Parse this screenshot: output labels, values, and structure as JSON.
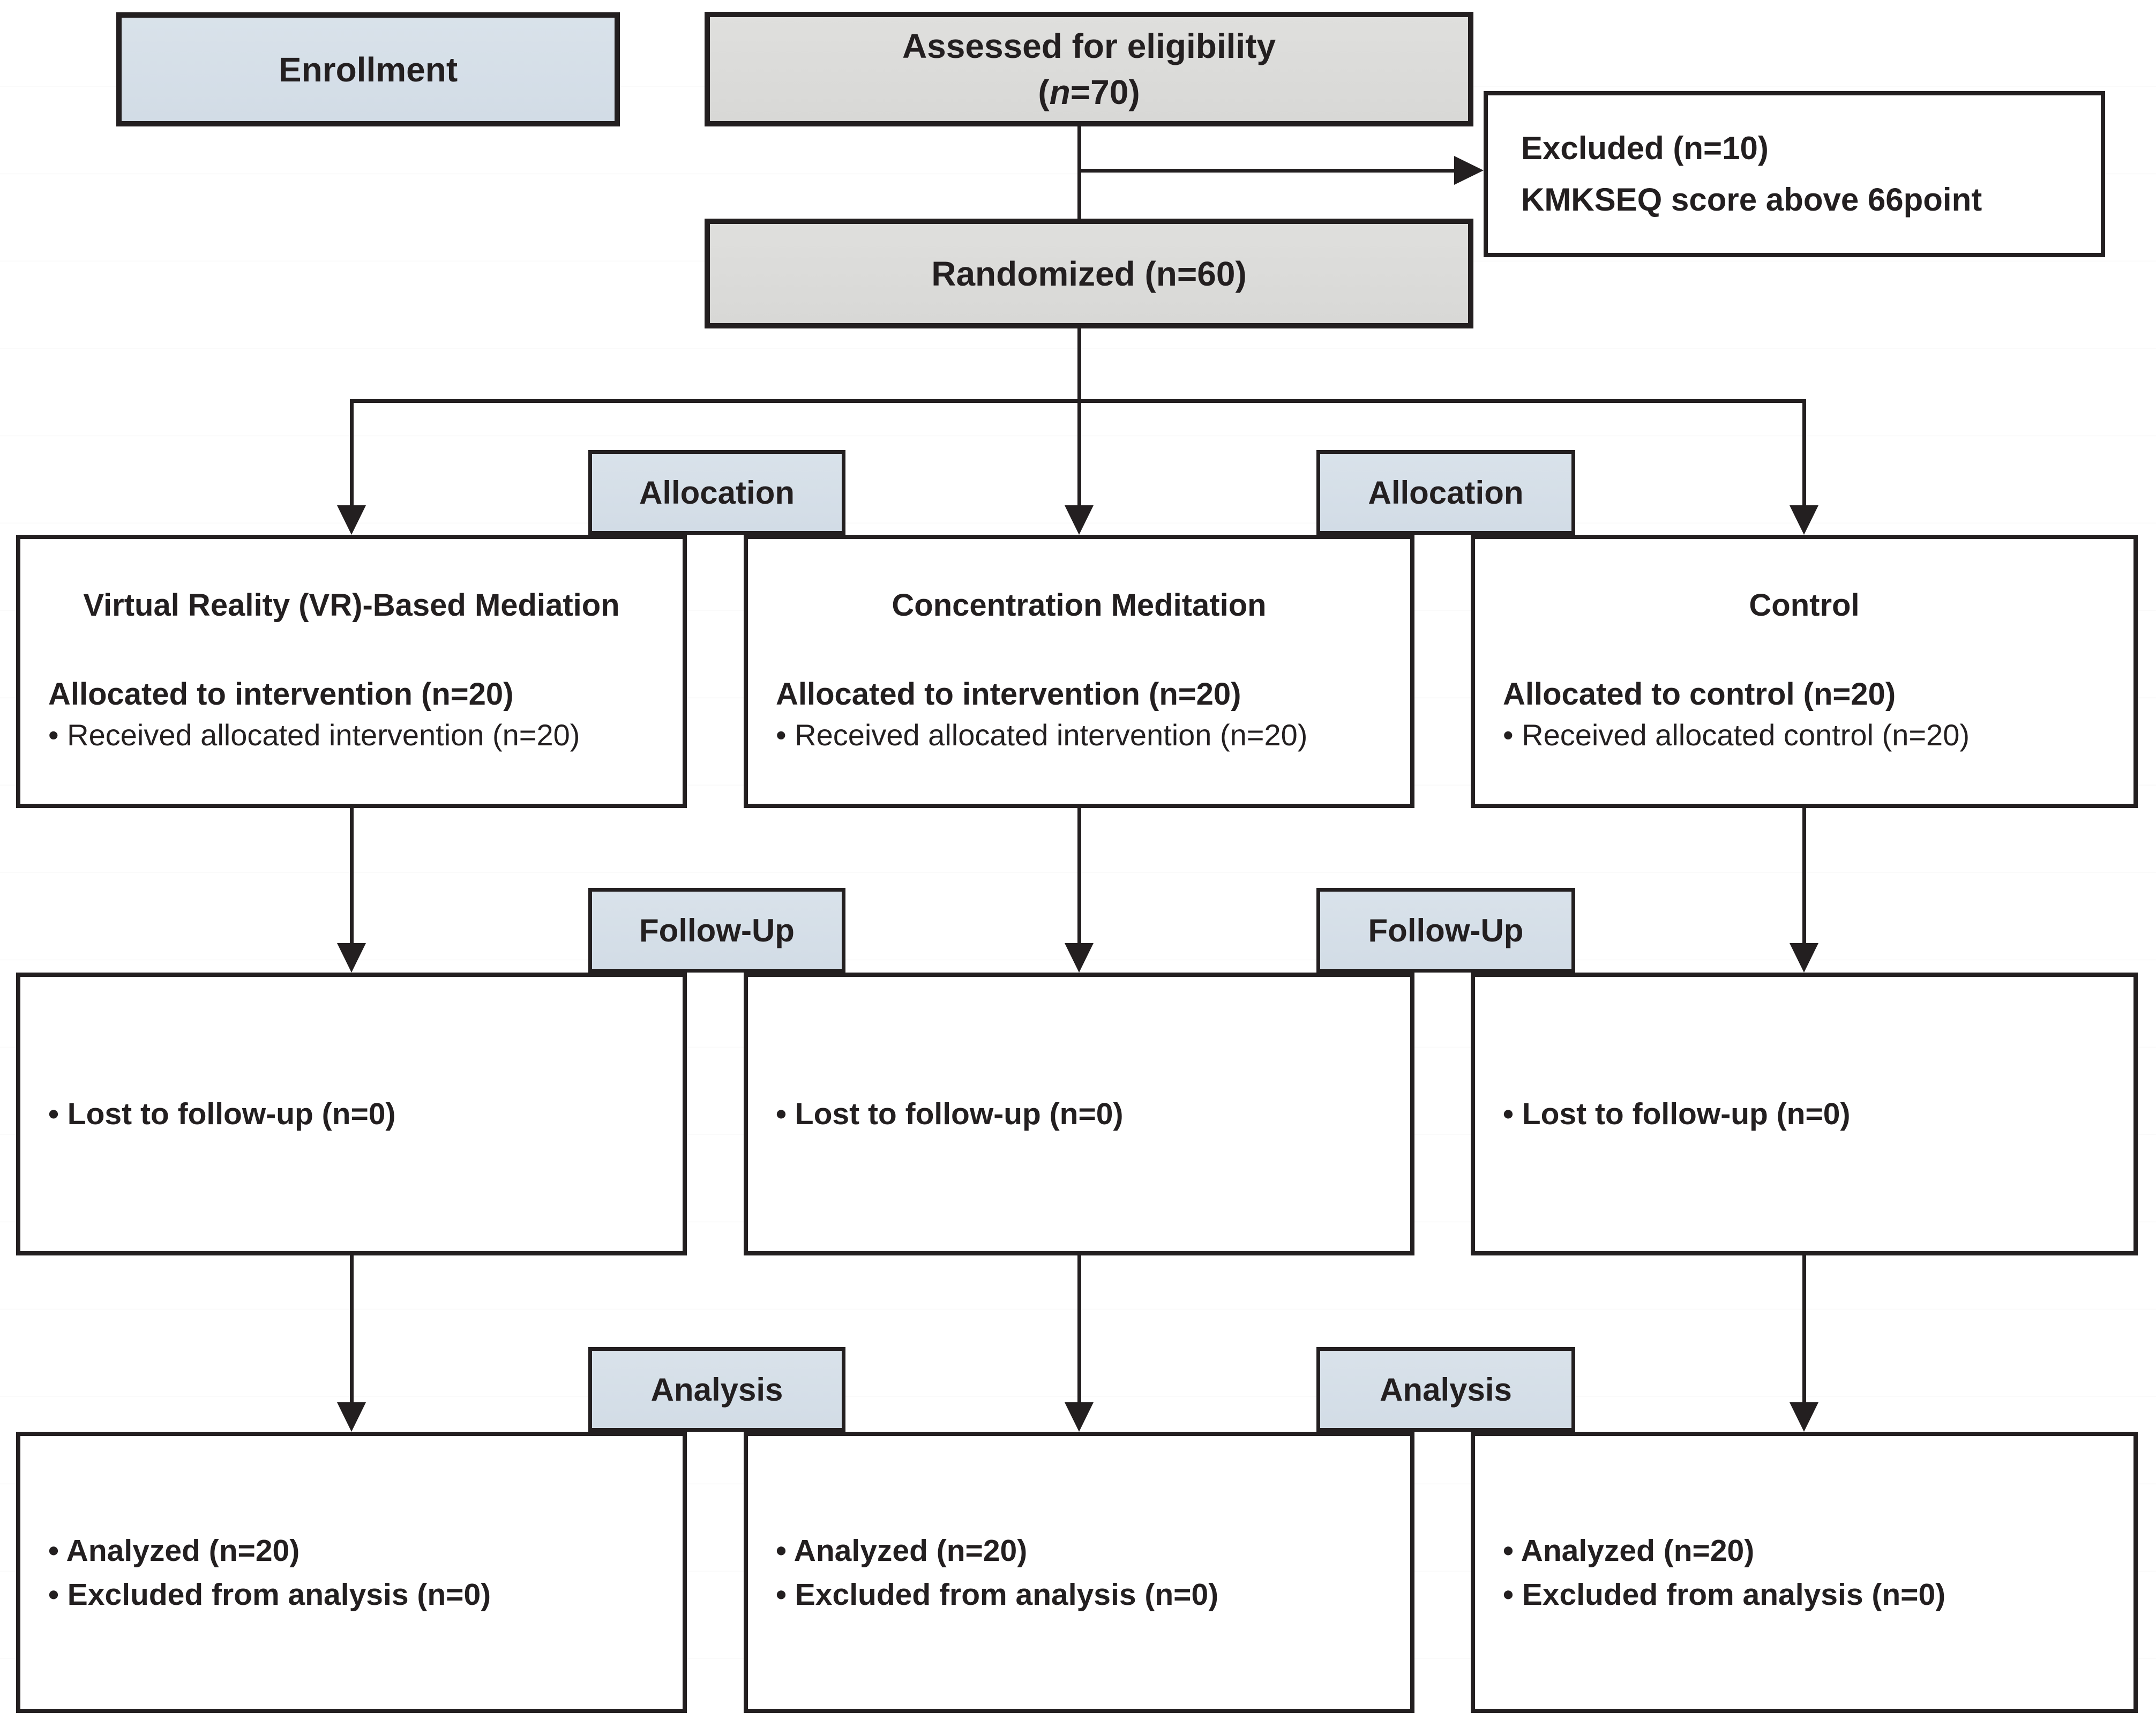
{
  "palette": {
    "label_fill": "#d5dee8",
    "gray_fill": "#dcdcda",
    "box_border": "#231f20",
    "background": "#ffffff"
  },
  "stages": {
    "enrollment": "Enrollment",
    "allocation": "Allocation",
    "follow_up": "Follow-Up",
    "analysis": "Analysis"
  },
  "top": {
    "assessed_line1": "Assessed for eligibility",
    "assessed_n_open": "(",
    "assessed_n_italic": "n",
    "assessed_n_rest": "=70)",
    "excluded_line1": "Excluded (n=10)",
    "excluded_line2": "KMKSEQ score above 66point",
    "randomized": "Randomized (n=60)"
  },
  "columns": [
    {
      "title": "Virtual Reality (VR)-Based Mediation",
      "allocation_heading": "Allocated to intervention (n=20)",
      "allocation_bullet": "• Received allocated intervention (n=20)",
      "followup_bullet": "• Lost to follow-up (n=0)",
      "analysis_bullet1": "• Analyzed (n=20)",
      "analysis_bullet2": "• Excluded from analysis (n=0)"
    },
    {
      "title": "Concentration Meditation",
      "allocation_heading": "Allocated to intervention (n=20)",
      "allocation_bullet": "• Received allocated intervention (n=20)",
      "followup_bullet": "• Lost to follow-up (n=0)",
      "analysis_bullet1": "• Analyzed (n=20)",
      "analysis_bullet2": "• Excluded from analysis (n=0)"
    },
    {
      "title": "Control",
      "allocation_heading": "Allocated to control (n=20)",
      "allocation_bullet": "• Received allocated control (n=20)",
      "followup_bullet": "• Lost to follow-up (n=0)",
      "analysis_bullet1": "• Analyzed (n=20)",
      "analysis_bullet2": "• Excluded from analysis (n=0)"
    }
  ]
}
